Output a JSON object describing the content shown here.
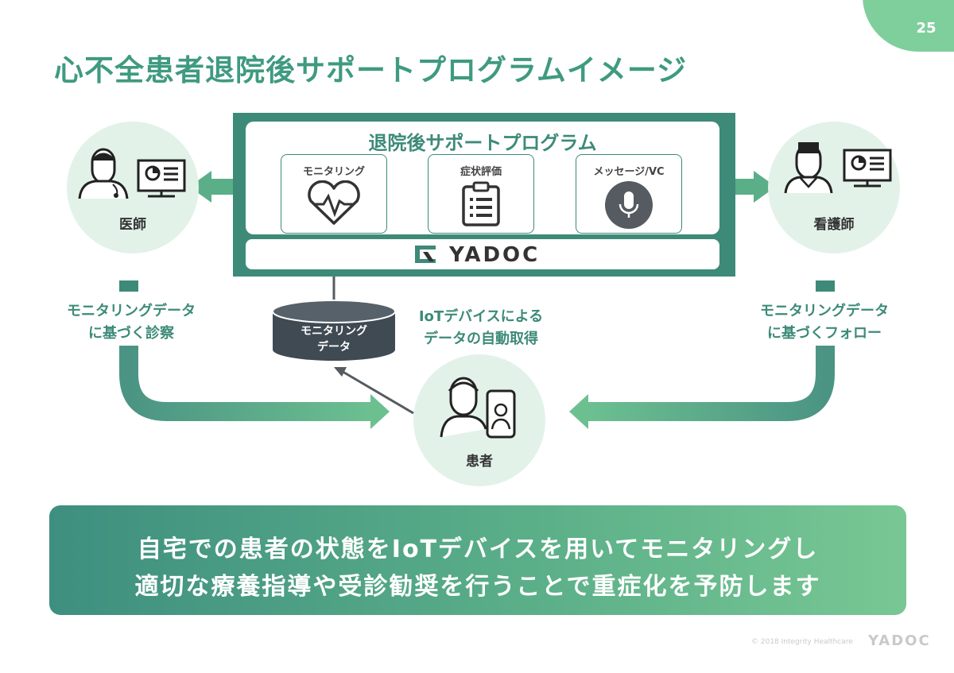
{
  "page_number": "25",
  "title": "心不全患者退院後サポートプログラムイメージ",
  "program": {
    "title": "退院後サポートプログラム",
    "features": [
      {
        "label": "モニタリング",
        "icon": "heartbeat-icon"
      },
      {
        "label": "症状評価",
        "icon": "clipboard-icon"
      },
      {
        "label": "メッセージ/VC",
        "icon": "microphone-icon"
      }
    ],
    "platform_logo": "YADOC"
  },
  "roles": {
    "doctor": "医師",
    "nurse": "看護師",
    "patient": "患者"
  },
  "left_caption": [
    "モニタリングデータ",
    "に基づく診察"
  ],
  "right_caption": [
    "モニタリングデータ",
    "に基づくフォロー"
  ],
  "database": [
    "モニタリング",
    "データ"
  ],
  "iot_caption": [
    "IoTデバイスによる",
    "データの自動取得"
  ],
  "banner": [
    "自宅での患者の状態をIoTデバイスを用いてモニタリングし",
    "適切な療養指導や受診勧奨を行うことで重症化を予防します"
  ],
  "footer": {
    "copyright": "© 2018 Integrity Healthcare",
    "logo": "YADOC"
  },
  "colors": {
    "primary": "#3d8a78",
    "accent": "#7fcf9c",
    "circle_bg": "#e2f2e8"
  }
}
